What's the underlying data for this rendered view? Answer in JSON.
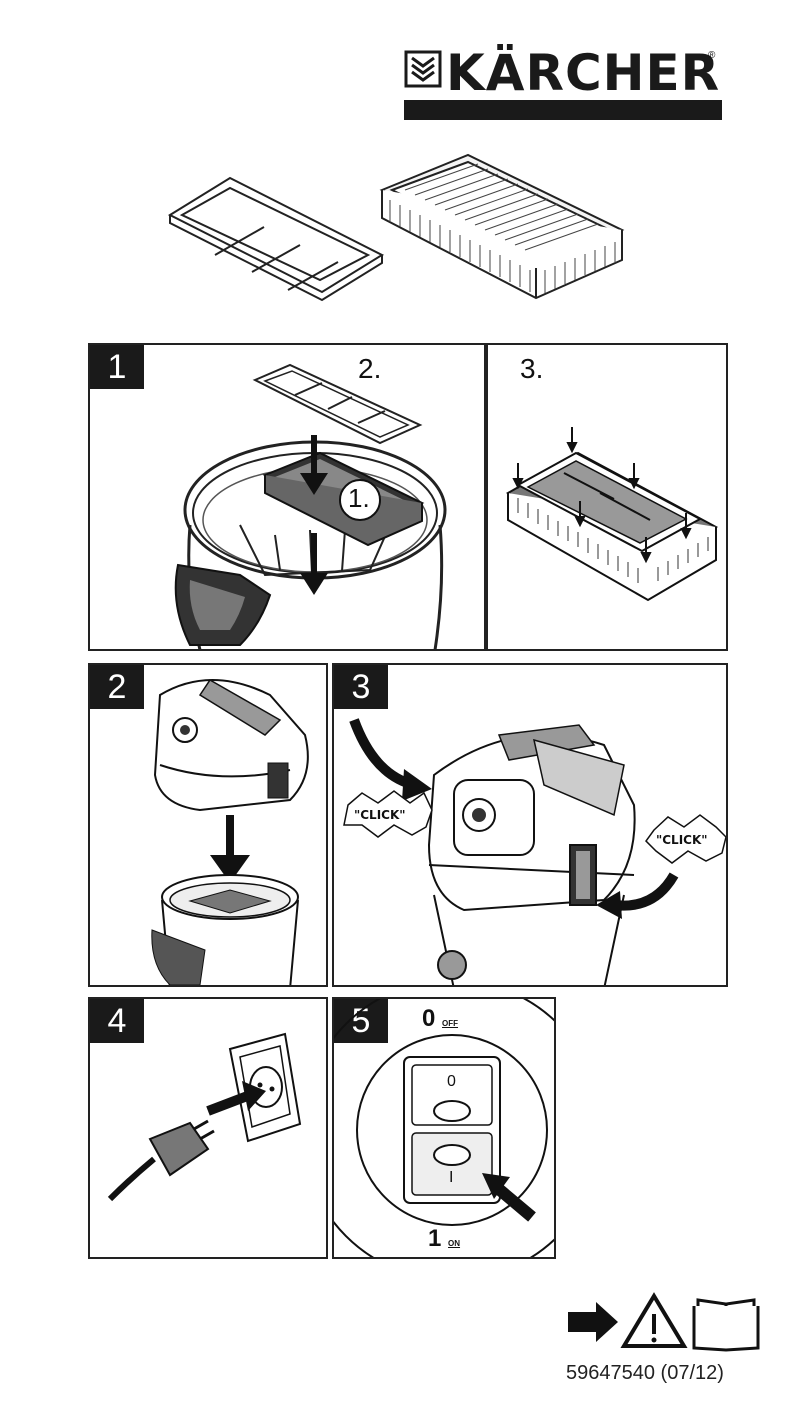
{
  "brand": {
    "name": "KÄRCHER",
    "registered": "®"
  },
  "steps": [
    {
      "number": "1",
      "sub_labels": [
        "2.",
        "1.",
        "3."
      ]
    },
    {
      "number": "2"
    },
    {
      "number": "3",
      "click_left": "\"CLICK\"",
      "click_right": "\"CLICK\""
    },
    {
      "number": "4"
    },
    {
      "number": "5",
      "off_label": "0",
      "off_text": "OFF",
      "on_label": "1",
      "on_text": "ON",
      "switch_top": "0",
      "switch_bottom": "I"
    }
  ],
  "footer": {
    "doc_number": "59647540 (07/12)",
    "icons": [
      "arrow-right-icon",
      "warning-triangle-icon",
      "manual-book-icon"
    ]
  }
}
